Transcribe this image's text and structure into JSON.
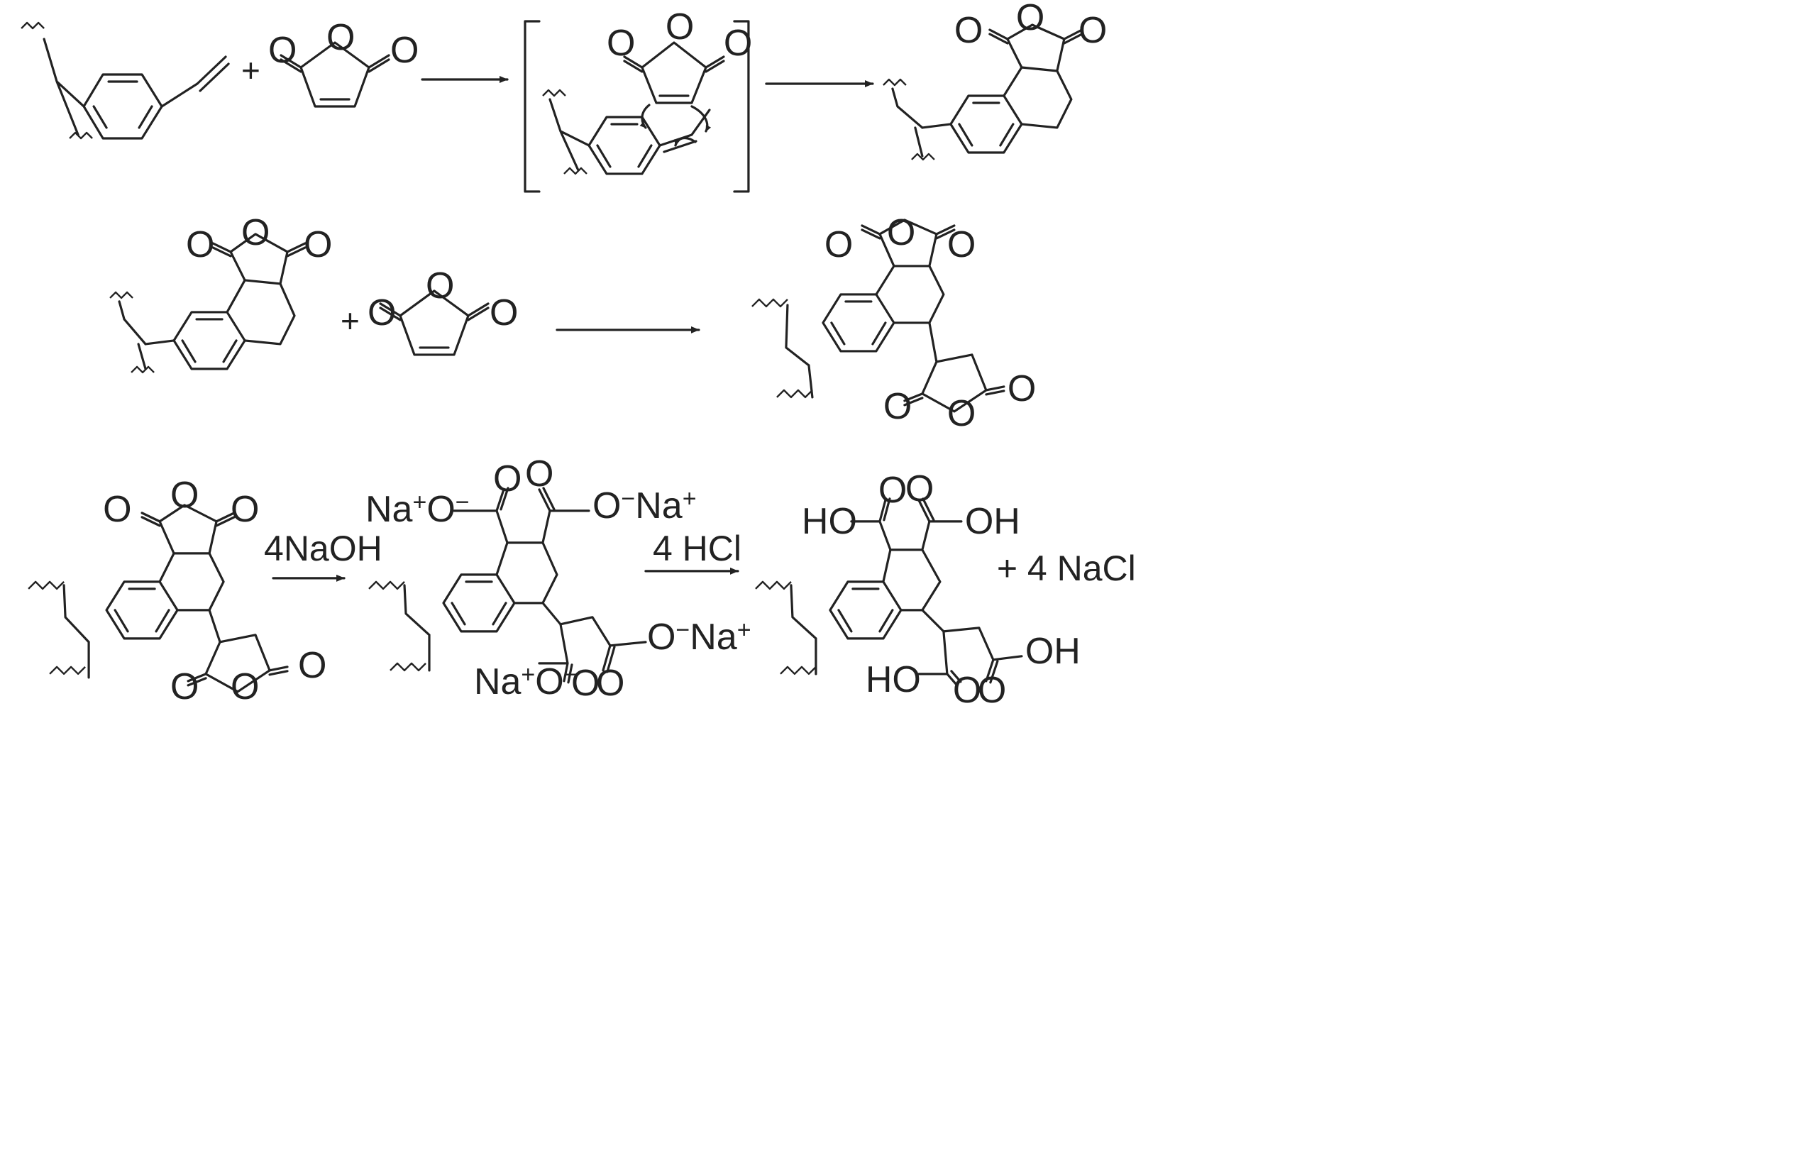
{
  "atoms": {
    "O": "O",
    "HO": "HO",
    "OH": "OH"
  },
  "ions": {
    "Na": "Na",
    "plus": "+",
    "O": "O",
    "minus": "−"
  },
  "plus": "+",
  "arrow_labels": {
    "naoh": "4NaOH",
    "hcl": "4 HCl"
  },
  "byproduct": "+ 4 NaCl"
}
